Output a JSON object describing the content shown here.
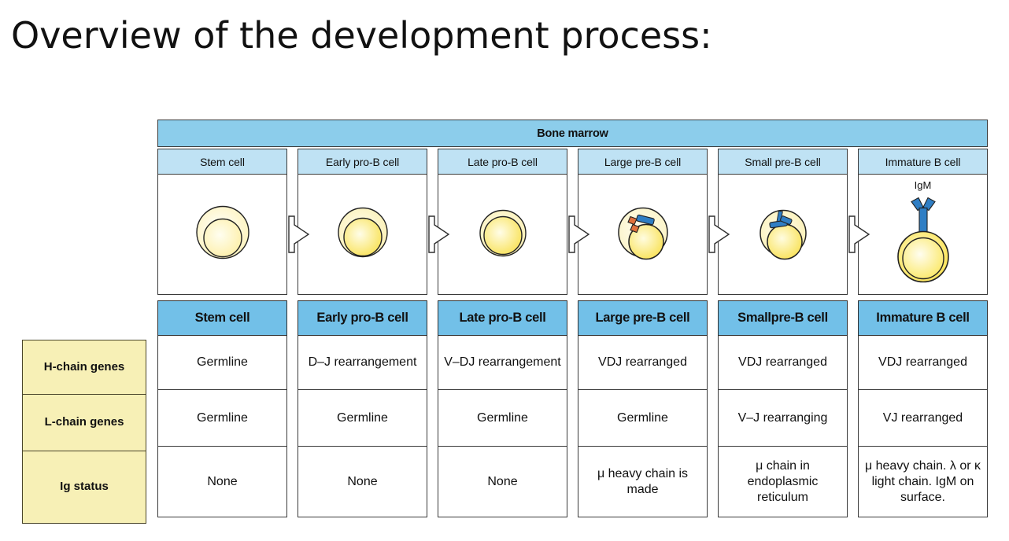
{
  "slide": {
    "title": "Overview of the development process:"
  },
  "figure": {
    "banner": "Bone marrow",
    "stages": [
      {
        "label": "Stem cell",
        "art": "stem-cell"
      },
      {
        "label": "Early pro-B cell",
        "art": "early-pro-b-cell"
      },
      {
        "label": "Late pro-B cell",
        "art": "late-pro-b-cell"
      },
      {
        "label": "Large pre-B cell",
        "art": "large-pre-b-cell"
      },
      {
        "label": "Small pre-B cell",
        "art": "small-pre-b-cell"
      },
      {
        "label": "Immature B cell",
        "art": "immature-b-cell"
      }
    ],
    "arrow_icon": "right-arrow-icon",
    "igm_label": "IgM"
  },
  "table": {
    "headers": [
      "Stem cell",
      "Early pro-B cell",
      "Late pro-B cell",
      "Large pre-B cell",
      "Smallpre-B cell",
      "Immature B cell"
    ],
    "row_labels": [
      "H-chain genes",
      "L-chain genes",
      "Ig status"
    ],
    "rows": [
      {
        "label": "H-chain genes",
        "cells": [
          "Germline",
          "D–J rearrangement",
          "V–DJ rearrangement",
          "VDJ rearranged",
          "VDJ rearranged",
          "VDJ rearranged"
        ]
      },
      {
        "label": "L-chain genes",
        "cells": [
          "Germline",
          "Germline",
          "Germline",
          "Germline",
          "V–J rearranging",
          "VJ  rearranged"
        ]
      },
      {
        "label": "Ig status",
        "cells": [
          "None",
          "None",
          "None",
          "μ heavy chain is made",
          "μ chain in endoplasmic reticulum",
          "μ heavy chain. λ or κ light chain. IgM on surface."
        ]
      }
    ]
  },
  "colors": {
    "banner_blue": "#8ccdeb",
    "stage_header_blue": "#bfe2f4",
    "table_header_blue": "#72c0e8",
    "row_label_yellow": "#f7f0b6",
    "cell_cytoplasm": "#fdf6c6",
    "cell_nucleus": "#fbe96b",
    "receptor_blue": "#2f7ec4",
    "surrogate_orange": "#e0713c",
    "border": "#3a3a3a"
  }
}
